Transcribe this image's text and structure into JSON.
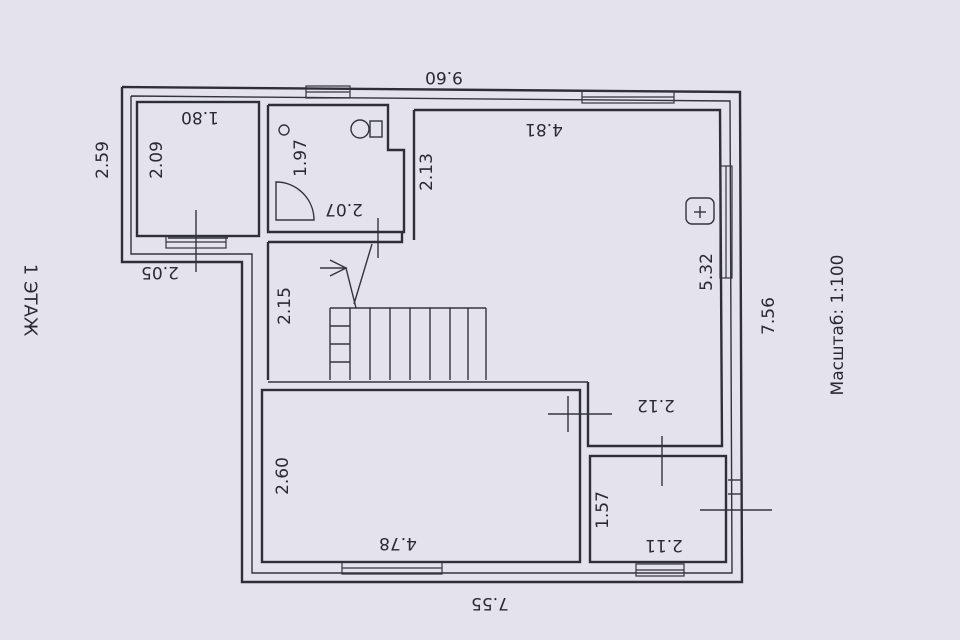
{
  "plan": {
    "scale_label": "Масштаб: 1:100",
    "edge_text": "1 ЭТАЖ",
    "dimensions": {
      "top_width": "9.60",
      "bottom_width": "7.55",
      "right_height": "7.56",
      "left_block_height": "2.59"
    },
    "rooms": {
      "small_room": {
        "width": "1.80",
        "height": "2.09",
        "bottom": "2.05"
      },
      "bathroom": {
        "width": "2.07",
        "height": "1.97",
        "side": "2.13"
      },
      "stair_hall": {
        "height": "2.15"
      },
      "main_room": {
        "width": "4.81",
        "height": "5.32"
      },
      "bottom_room": {
        "width": "4.78",
        "height": "2.60"
      },
      "corner_room": {
        "width": "2.11",
        "height": "1.57",
        "top": "2.12"
      }
    }
  }
}
